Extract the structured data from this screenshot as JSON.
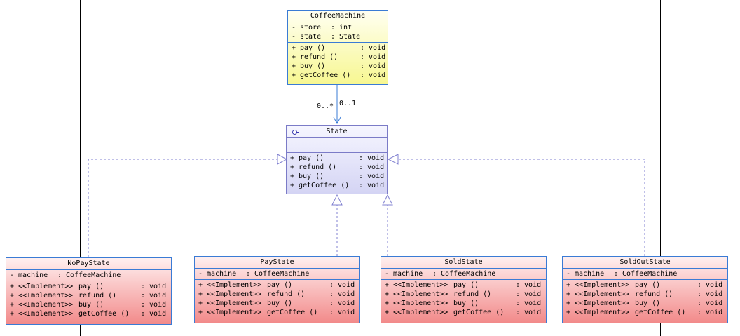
{
  "coffee_machine": {
    "name": "CoffeeMachine",
    "attributes": [
      {
        "vis": "-",
        "name": "store",
        "type": ": int"
      },
      {
        "vis": "-",
        "name": "state",
        "type": ": State"
      }
    ],
    "operations": [
      {
        "vis": "+",
        "name": "pay ()",
        "ret": ": void"
      },
      {
        "vis": "+",
        "name": "refund ()",
        "ret": ": void"
      },
      {
        "vis": "+",
        "name": "buy ()",
        "ret": ": void"
      },
      {
        "vis": "+",
        "name": "getCoffee ()",
        "ret": ": void"
      }
    ]
  },
  "association": {
    "source_multiplicity": "0..*",
    "target_multiplicity": "0..1"
  },
  "state_interface": {
    "name": "State",
    "icon": "interface-icon",
    "operations": [
      {
        "vis": "+",
        "name": "pay ()",
        "ret": ": void"
      },
      {
        "vis": "+",
        "name": "refund ()",
        "ret": ": void"
      },
      {
        "vis": "+",
        "name": "buy ()",
        "ret": ": void"
      },
      {
        "vis": "+",
        "name": "getCoffee ()",
        "ret": ": void"
      }
    ]
  },
  "implementations": [
    {
      "name": "NoPayState"
    },
    {
      "name": "PayState"
    },
    {
      "name": "SoldState"
    },
    {
      "name": "SoldOutState"
    }
  ],
  "impl_attribute": {
    "vis": "-",
    "name": "machine",
    "type": ": CoffeeMachine"
  },
  "impl_operations": [
    {
      "vis": "+",
      "stereo": "<<Implement>>",
      "name": "pay ()",
      "ret": ": void"
    },
    {
      "vis": "+",
      "stereo": "<<Implement>>",
      "name": "refund ()",
      "ret": ": void"
    },
    {
      "vis": "+",
      "stereo": "<<Implement>>",
      "name": "buy ()",
      "ret": ": void"
    },
    {
      "vis": "+",
      "stereo": "<<Implement>>",
      "name": "getCoffee ()",
      "ret": ": void"
    }
  ],
  "colors": {
    "class_border": "#3a7bd5",
    "interface_border": "#7b7bc7",
    "realization_line": "#8080d0"
  }
}
